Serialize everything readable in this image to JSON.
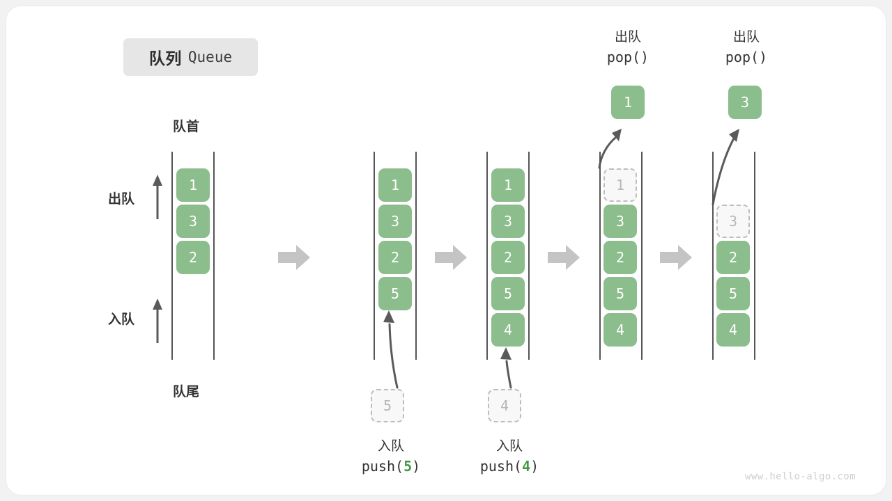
{
  "title": {
    "cn": "队列",
    "en": "Queue"
  },
  "colors": {
    "element": "#8cbd8c",
    "element_text": "#ffffff",
    "ghost_fill": "#f8f8f8",
    "ghost_border": "#bdbdbd",
    "ghost_text": "#b6b6b6",
    "rail": "#555555",
    "arrow": "#5a5a5a",
    "step_arrow": "#c4c4c4",
    "badge_bg": "#e6e6e6",
    "accent_green": "#439a43",
    "page_bg": "#f2f2f2",
    "card_bg": "#ffffff",
    "text": "#333333",
    "watermark": "#cfcfcf"
  },
  "legend": {
    "front_label": "队首",
    "rear_label": "队尾",
    "dequeue_label": "出队",
    "enqueue_label": "入队"
  },
  "stages": [
    {
      "id": "stage-initial",
      "cells": [
        "1",
        "3",
        "2"
      ],
      "ghost_index": null,
      "incoming": null,
      "outgoing": null,
      "caption_top": null,
      "caption_bottom": null
    },
    {
      "id": "stage-push-5",
      "cells": [
        "1",
        "3",
        "2",
        "5"
      ],
      "ghost_index": null,
      "incoming": "5",
      "outgoing": null,
      "caption_top": null,
      "caption_bottom": {
        "cn": "入队",
        "code_prefix": "push(",
        "arg": "5",
        "code_suffix": ")"
      }
    },
    {
      "id": "stage-push-4",
      "cells": [
        "1",
        "3",
        "2",
        "5",
        "4"
      ],
      "ghost_index": null,
      "incoming": "4",
      "outgoing": null,
      "caption_top": null,
      "caption_bottom": {
        "cn": "入队",
        "code_prefix": "push(",
        "arg": "4",
        "code_suffix": ")"
      }
    },
    {
      "id": "stage-pop-1",
      "cells": [
        "1",
        "3",
        "2",
        "5",
        "4"
      ],
      "ghost_index": 0,
      "incoming": null,
      "outgoing": "1",
      "caption_top": {
        "cn": "出队",
        "code": "pop()"
      },
      "caption_bottom": null
    },
    {
      "id": "stage-pop-3",
      "cells": [
        "3",
        "2",
        "5",
        "4"
      ],
      "ghost_index": 0,
      "incoming": null,
      "outgoing": "3",
      "caption_top": {
        "cn": "出队",
        "code": "pop()"
      },
      "caption_bottom": null
    }
  ],
  "step_arrows": [
    "step-arrow-1",
    "step-arrow-2",
    "step-arrow-3",
    "step-arrow-4"
  ],
  "watermark": "www.hello-algo.com"
}
